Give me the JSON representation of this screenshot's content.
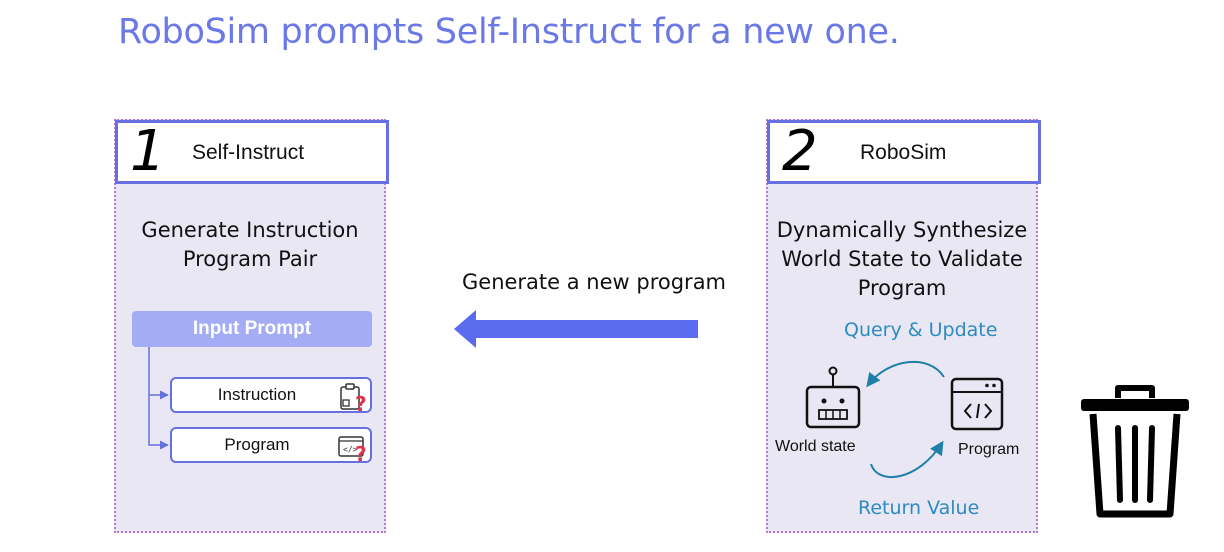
{
  "title": "RoboSim prompts Self-Instruct for a new one.",
  "colors": {
    "title": "#6b79e6",
    "panel_bg": "#e9e7f3",
    "panel_border": "#b57ad6",
    "header_border": "#6670e0",
    "prompt_bg": "#a4acf6",
    "arrow": "#5b6bf0",
    "loop_text": "#2d8bbf",
    "question_mark": "#e0334d"
  },
  "left_panel": {
    "number": "1",
    "label": "Self-Instruct",
    "description_line1": "Generate Instruction",
    "description_line2": "Program Pair",
    "input_prompt": "Input Prompt",
    "items": [
      {
        "label": "Instruction",
        "icon": "clipboard-question-icon"
      },
      {
        "label": "Program",
        "icon": "code-window-question-icon"
      }
    ]
  },
  "middle": {
    "label": "Generate a new program",
    "arrow_direction": "left"
  },
  "right_panel": {
    "number": "2",
    "label": "RoboSim",
    "description_line1": "Dynamically Synthesize",
    "description_line2": "World State to Validate",
    "description_line3": "Program",
    "query_label": "Query & Update",
    "return_label": "Return Value",
    "world_state_label": "World state",
    "program_label": "Program",
    "world_state_icon": "robot-icon",
    "program_icon": "code-window-icon"
  },
  "discard_icon": "trash-icon"
}
